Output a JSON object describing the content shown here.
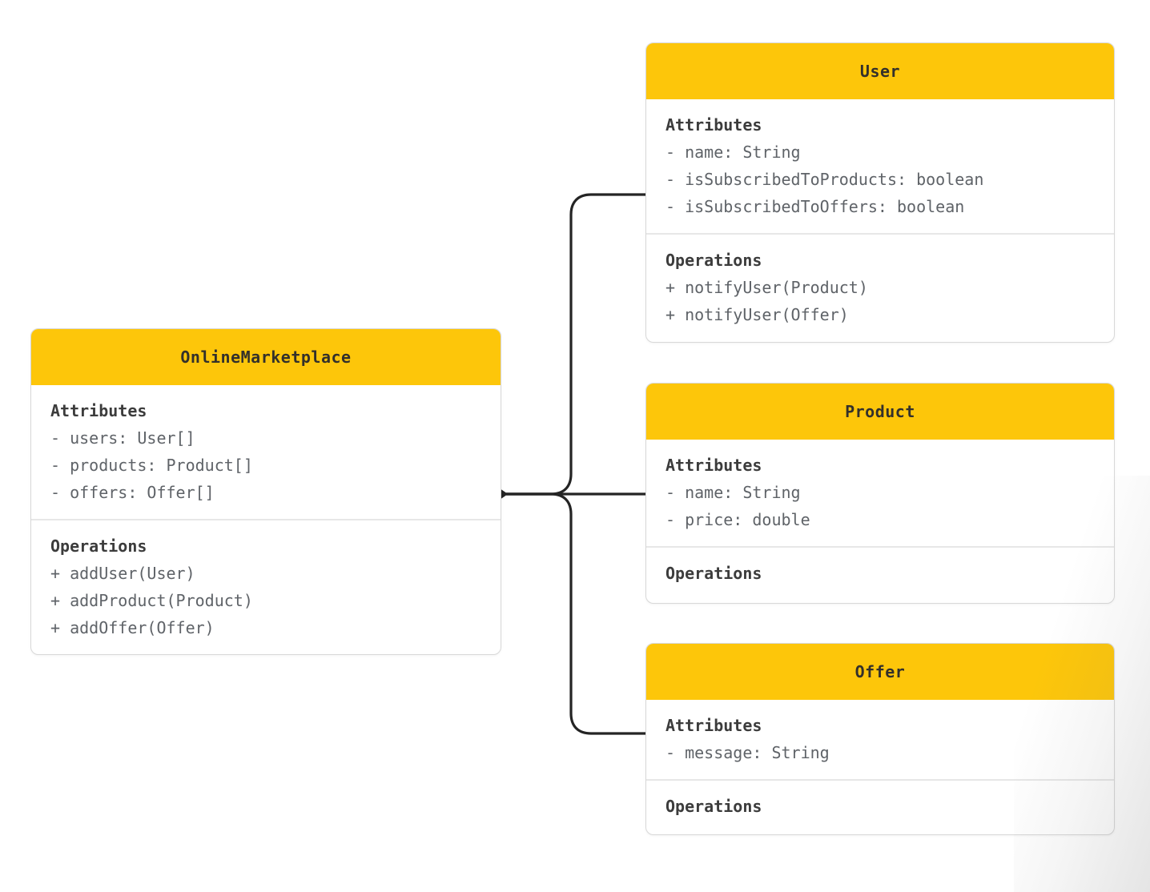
{
  "diagram": {
    "kind": "uml-class-diagram",
    "section_labels": {
      "attributes": "Attributes",
      "operations": "Operations"
    },
    "classes": [
      {
        "name": "OnlineMarketplace",
        "attributes": [
          "- users: User[]",
          "- products: Product[]",
          "- offers: Offer[]"
        ],
        "operations": [
          "+ addUser(User)",
          "+ addProduct(Product)",
          "+ addOffer(Offer)"
        ]
      },
      {
        "name": "User",
        "attributes": [
          "- name: String",
          "- isSubscribedToProducts: boolean",
          "- isSubscribedToOffers: boolean"
        ],
        "operations": [
          "+ notifyUser(Product)",
          "+ notifyUser(Offer)"
        ]
      },
      {
        "name": "Product",
        "attributes": [
          "- name: String",
          "- price: double"
        ],
        "operations": []
      },
      {
        "name": "Offer",
        "attributes": [
          "- message: String"
        ],
        "operations": []
      }
    ],
    "relationship": {
      "type": "composition",
      "marker": "filled-diamond",
      "from": "OnlineMarketplace",
      "to": [
        "User",
        "Product",
        "Offer"
      ]
    }
  },
  "theme": {
    "header_bg": "#FDC60A",
    "header_text": "#33302B",
    "title_text": "#3C3C3C",
    "member_text": "#5F6368",
    "box_border": "#D8D8D8",
    "divider": "#E7E7E7",
    "connector": "#242424",
    "background": "#FFFFFF"
  }
}
